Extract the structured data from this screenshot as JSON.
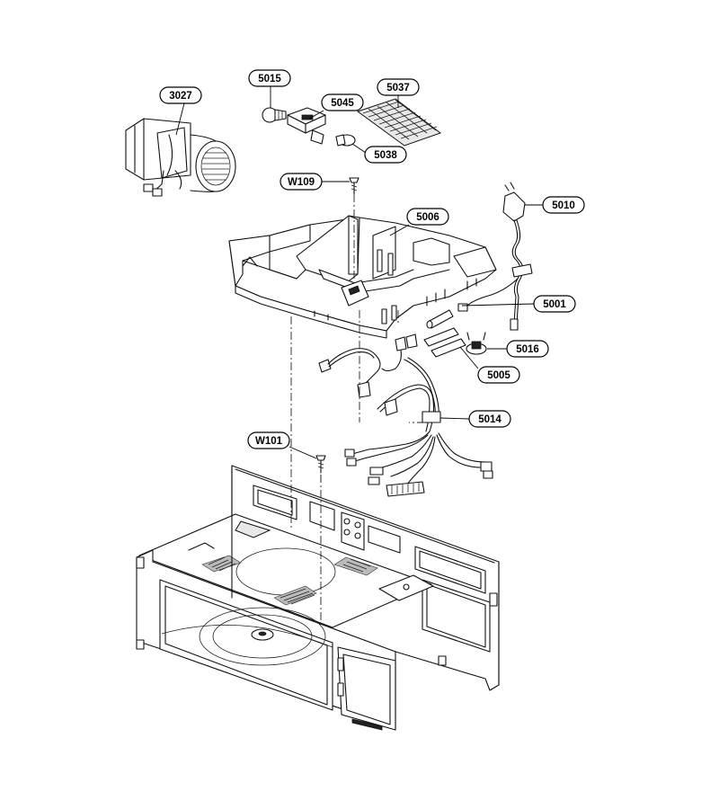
{
  "callouts": {
    "c3027": "3027",
    "c5015": "5015",
    "c5045": "5045",
    "c5037": "5037",
    "c5038": "5038",
    "cW109": "W109",
    "c5006": "5006",
    "c5010": "5010",
    "c5001": "5001",
    "c5016": "5016",
    "c5005": "5005",
    "c5014": "5014",
    "cW101": "W101"
  }
}
